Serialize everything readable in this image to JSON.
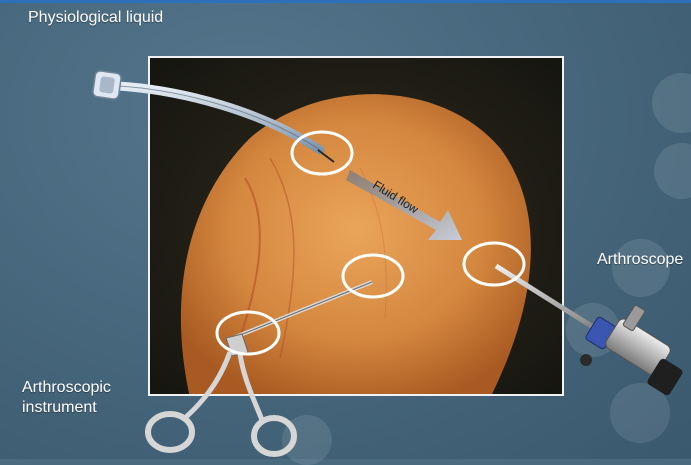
{
  "labels": {
    "physiological_liquid": "Physiological liquid",
    "arthroscope": "Arthroscope",
    "instrument_line1": "Arthroscopic",
    "instrument_line2": "instrument",
    "fluid_flow": "Fluid flow"
  },
  "colors": {
    "background": "#4a6a80",
    "top_border": "#2d6fb8",
    "portal_circle": "#ffffff",
    "skin": "#d98a40",
    "flow_arrow": "#b9c2d6"
  },
  "icons": [
    "cannula-icon",
    "scissors-icon",
    "arthroscope-icon"
  ]
}
